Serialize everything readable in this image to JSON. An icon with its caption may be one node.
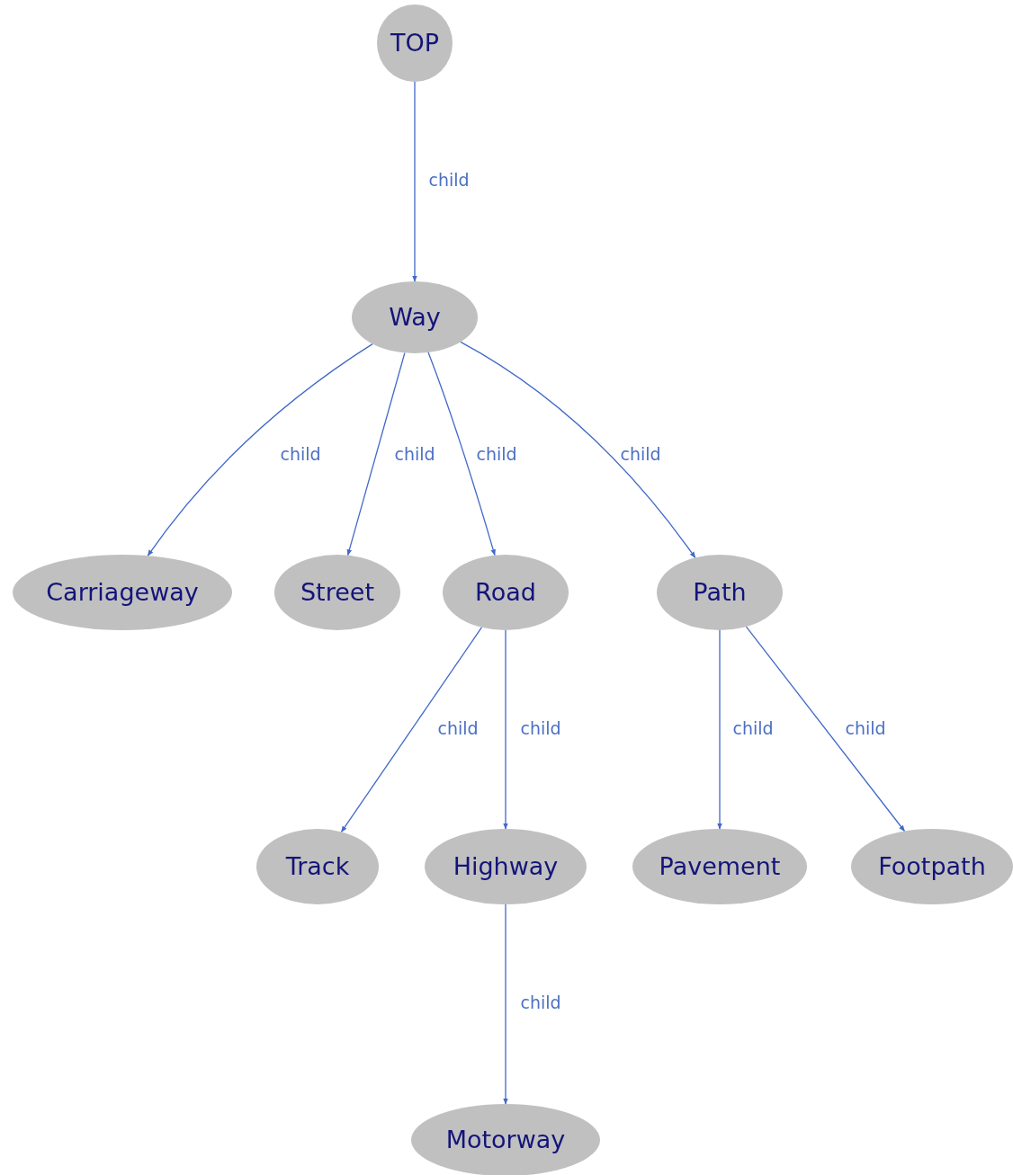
{
  "diagram": {
    "nodes": [
      {
        "text": [
          "TOP"
        ]
      },
      {
        "text": [
          "Way"
        ]
      },
      {
        "text": [
          "Carriageway"
        ]
      },
      {
        "text": [
          "Street"
        ]
      },
      {
        "text": [
          "Road"
        ]
      },
      {
        "text": [
          "Path"
        ]
      },
      {
        "text": [
          "Track"
        ]
      },
      {
        "text": [
          "Highway"
        ]
      },
      {
        "text": [
          "Pavement"
        ]
      },
      {
        "text": [
          "Footpath"
        ]
      },
      {
        "text": [
          "Motorway"
        ]
      }
    ],
    "edges": [
      {
        "from": 0,
        "to": 1,
        "arrow": "to",
        "label": "child"
      },
      {
        "from": 1,
        "to": 2,
        "arrow": "to",
        "label": "child"
      },
      {
        "from": 1,
        "to": 3,
        "arrow": "to",
        "label": "child"
      },
      {
        "from": 1,
        "to": 4,
        "arrow": "to",
        "label": "child"
      },
      {
        "from": 1,
        "to": 5,
        "arrow": "to",
        "label": "child"
      },
      {
        "from": 4,
        "to": 6,
        "arrow": "to",
        "label": "child"
      },
      {
        "from": 4,
        "to": 7,
        "arrow": "to",
        "label": "child"
      },
      {
        "from": 5,
        "to": 8,
        "arrow": "to",
        "label": "child"
      },
      {
        "from": 5,
        "to": 9,
        "arrow": "to",
        "label": "child"
      },
      {
        "from": 7,
        "to": 10,
        "arrow": "to",
        "label": "child"
      }
    ]
  }
}
